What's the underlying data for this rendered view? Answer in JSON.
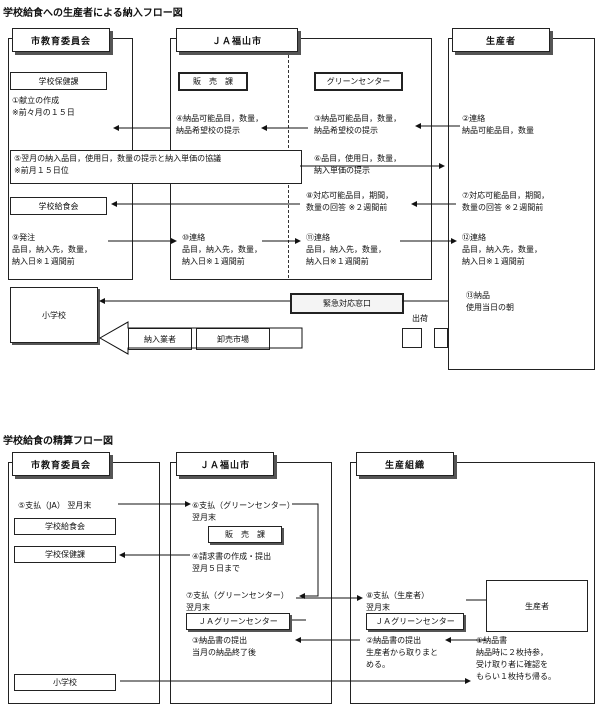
{
  "top_title": "学校給食への生産者による納入フロー図",
  "bottom_title": "学校給食の精算フロー図",
  "top": {
    "headers": {
      "board": "市教育委員会",
      "ja": "ＪＡ福山市",
      "producer": "生産者"
    },
    "boxes": {
      "health_section": "学校保健課",
      "sales_section": "販　売　課",
      "green_center": "グリーンセンター",
      "school_lunch_assoc": "学校給食会",
      "emergency_window": "緊急対応窓口",
      "elementary_school": "小学校",
      "supplier": "納入業者",
      "wholesale_market": "卸売市場"
    },
    "notes": {
      "n1": [
        "①献立の作成",
        "※前々月の１５日"
      ],
      "n2": [
        "②連絡",
        "納品可能品目，数量"
      ],
      "n3": [
        "③納品可能品目，数量，",
        "納品希望校の提示"
      ],
      "n4": [
        "④納品可能品目，数量，",
        "納品希望校の提示"
      ],
      "n5": [
        "⑤翌月の納入品目，使用日，数量の提示と納入単価の協議",
        "※前月１５日位"
      ],
      "n6": [
        "⑥品目，使用日，数量，",
        "納入単価の提示"
      ],
      "n7": [
        "⑦対応可能品目，期間，",
        "数量の回答 ※２週間前"
      ],
      "n8": [
        "⑧対応可能品目，期間，",
        "数量の回答 ※２週間前"
      ],
      "n9": [
        "⑨発注",
        "品目，納入先，数量，",
        "納入日※１週間前"
      ],
      "n10": [
        "⑩連絡",
        "品目，納入先，数量，",
        "納入日※１週間前"
      ],
      "n11": [
        "⑪連絡",
        "品目，納入先，数量，",
        "納入日※１週間前"
      ],
      "n12": [
        "⑫連絡",
        "品目，納入先，数量，",
        "納入日※１週間前"
      ],
      "n13": [
        "⑬納品",
        "使用当日の朝"
      ],
      "shipment": "出荷"
    }
  },
  "bottom": {
    "headers": {
      "board": "市教育委員会",
      "ja": "ＪＡ福山市",
      "org": "生産組織"
    },
    "boxes": {
      "school_lunch_assoc": "学校給食会",
      "health_section": "学校保健課",
      "sales_section": "販　売　課",
      "ja_green_center": "ＪＡグリーンセンター",
      "producer": "生産者",
      "elementary_school": "小学校"
    },
    "notes": {
      "p5": [
        "⑤支払（JA） 翌月末"
      ],
      "p6": [
        "⑥支払（グリーンセンター）",
        "翌月末"
      ],
      "p4": [
        "④請求書の作成・提出",
        "翌月５日まで"
      ],
      "p7": [
        "⑦支払（グリーンセンター）",
        "翌月末"
      ],
      "p3": [
        "③納品書の提出",
        "当月の納品終了後"
      ],
      "p8": [
        "⑧支払（生産者）",
        "翌月末"
      ],
      "p2": [
        "②納品書の提出",
        "生産者から取りまと",
        "める。"
      ],
      "p1": [
        "①納品書",
        "納品時に２枚持参，",
        "受け取り者に確認を",
        "もらい１枚持ち帰る。"
      ]
    }
  }
}
